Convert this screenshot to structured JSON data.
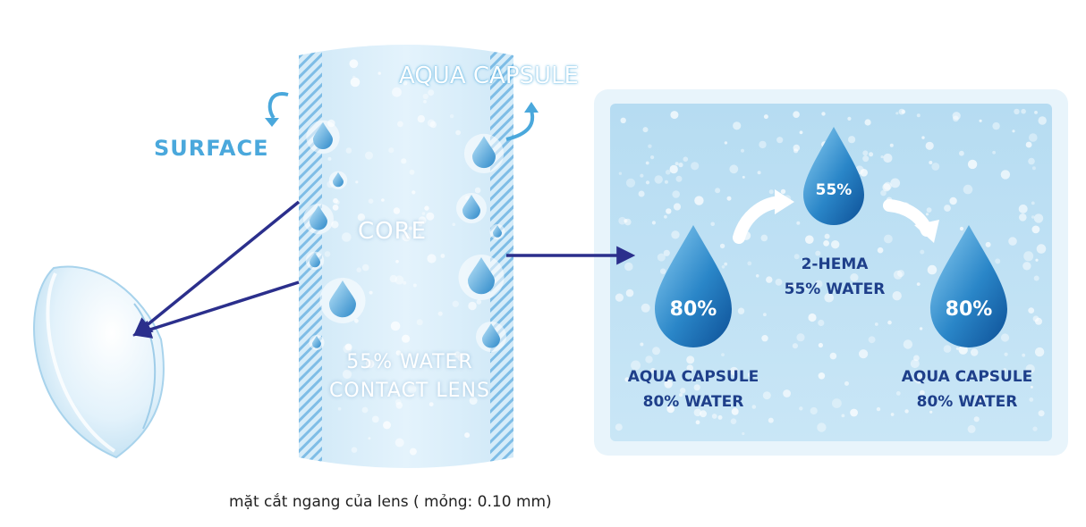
{
  "left_panel": {
    "surface_label": "SURFACE",
    "aqua_capsule_label": "AQUA CAPSULE",
    "core_label": "CORE",
    "lens_line1": "55% WATER",
    "lens_line2": "CONTACT LENS"
  },
  "right_panel": {
    "drop_top_value": "55%",
    "drop_left_value": "80%",
    "drop_right_value": "80%",
    "hema_line1": "2-HEMA",
    "hema_line2": "55% WATER",
    "capsule_left_line1": "AQUA CAPSULE",
    "capsule_left_line2": "80% WATER",
    "capsule_right_line1": "AQUA CAPSULE",
    "capsule_right_line2": "80% WATER"
  },
  "caption": "mặt cắt ngang của lens ( mỏng: 0.10 mm)",
  "colors": {
    "accent_blue": "#4aa8dc",
    "arrow_navy": "#2b2f8c",
    "label_dark": "#1e3f8a",
    "panel_bg": "#bfe0f3"
  }
}
